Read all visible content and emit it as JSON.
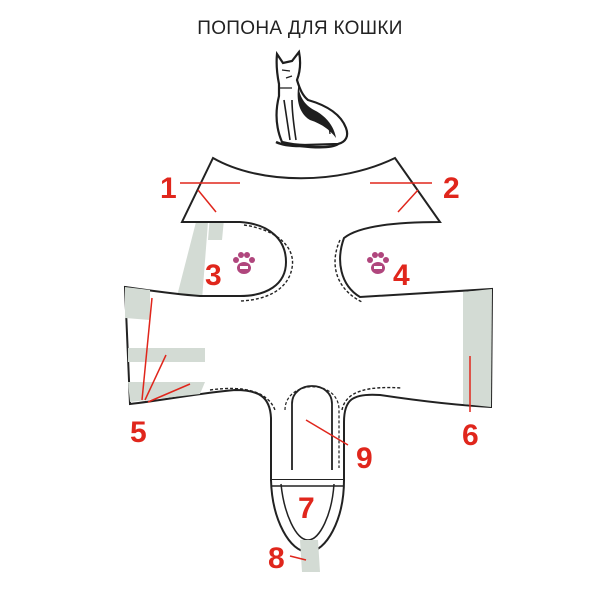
{
  "title": "ПОПОНА ДЛЯ КОШКИ",
  "colors": {
    "accent": "#e0261c",
    "outline": "#222222",
    "tape": "#d3dbd4",
    "paw": "#b0467d"
  },
  "icons": {
    "cat": "cat-illustration-icon",
    "paw": "paw-print-icon"
  },
  "labels": {
    "n1": "1",
    "n2": "2",
    "n3": "3",
    "n4": "4",
    "n5": "5",
    "n6": "6",
    "n7": "7",
    "n8": "8",
    "n9": "9"
  }
}
